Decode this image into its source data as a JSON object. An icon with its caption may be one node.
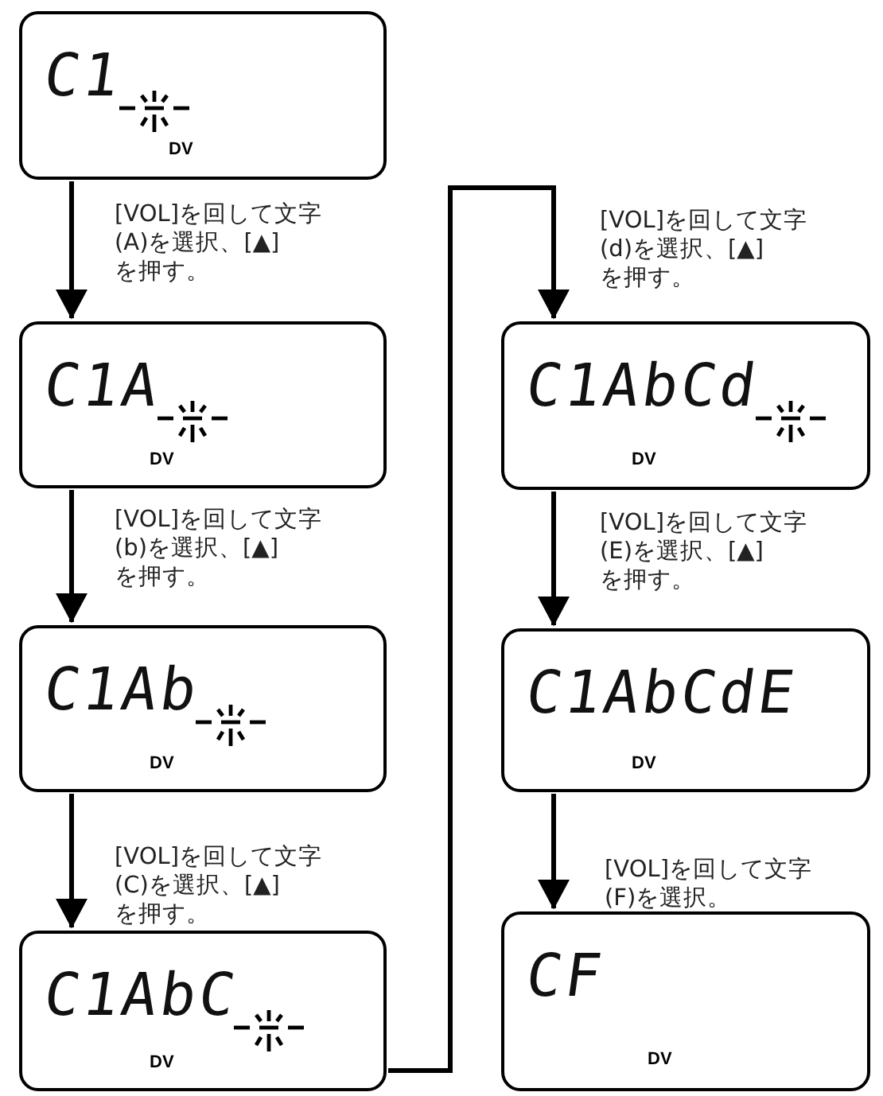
{
  "diagram": {
    "nodes": [
      {
        "text": [
          "C1",
          "DV"
        ]
      },
      {
        "text": [
          "C1A",
          "DV"
        ]
      },
      {
        "text": [
          "C1Ab",
          "DV"
        ]
      },
      {
        "text": [
          "C1AbC",
          "DV"
        ]
      },
      {
        "text": [
          "C1AbCd",
          "DV"
        ]
      },
      {
        "text": [
          "C1AbCdE",
          "DV"
        ]
      },
      {
        "text": [
          "CF",
          "DV"
        ]
      }
    ],
    "edges": [
      {
        "from": 0,
        "to": 1,
        "arrow": "to",
        "label": "[VOL]を回して文字(A)を選択、[▲]を押す。"
      },
      {
        "from": 1,
        "to": 2,
        "arrow": "to",
        "label": "[VOL]を回して文字(b)を選択、[▲]を押す。"
      },
      {
        "from": 2,
        "to": 3,
        "arrow": "to",
        "label": "[VOL]を回して文字(C)を選択、[▲]を押す。"
      },
      {
        "from": 3,
        "to": 4,
        "arrow": "to",
        "label": "[VOL]を回して文字(d)を選択、[▲]を押す。"
      },
      {
        "from": 4,
        "to": 5,
        "arrow": "to",
        "label": "[VOL]を回して文字(E)を選択、[▲]を押す。"
      },
      {
        "from": 5,
        "to": 6,
        "arrow": "to",
        "label": "[VOL]を回して文字(F)を選択。"
      }
    ]
  }
}
